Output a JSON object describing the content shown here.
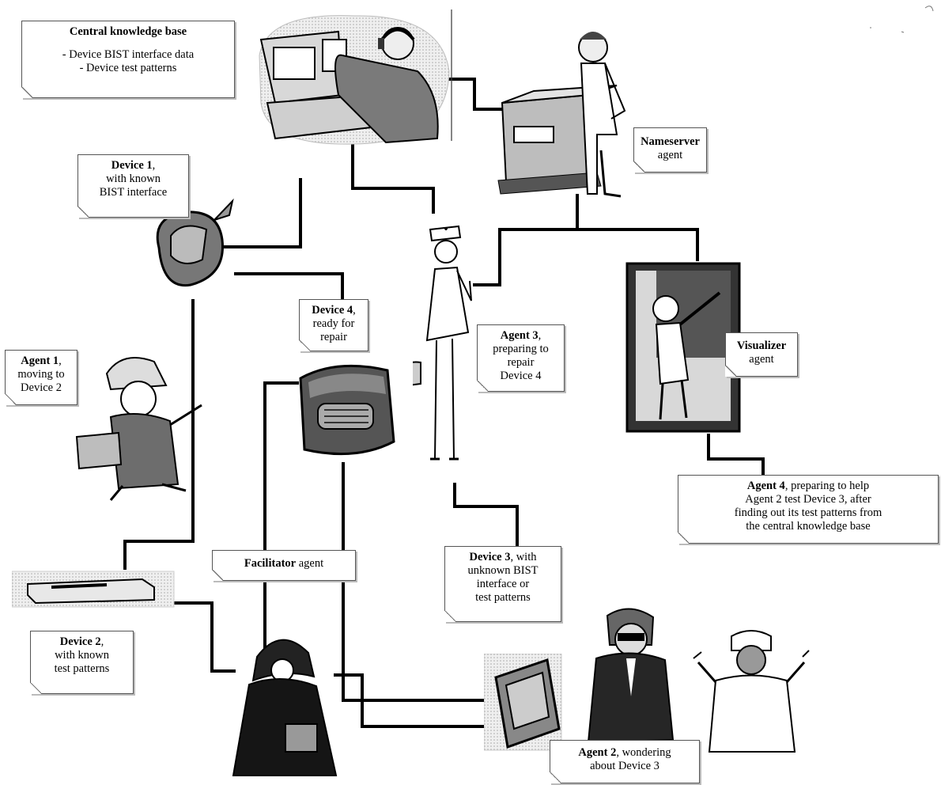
{
  "labels": {
    "central_kb": {
      "title": "Central knowledge base",
      "line1": "- Device BIST interface data",
      "line2": "- Device test patterns"
    },
    "nameserver": {
      "bold": "Nameserver",
      "rest": "agent"
    },
    "device1": {
      "bold": "Device 1",
      "rest": ",",
      "line2": "with known",
      "line3": "BIST interface"
    },
    "device4": {
      "bold": "Device 4",
      "rest": ",",
      "line2": "ready for",
      "line3": "repair"
    },
    "agent3": {
      "bold": "Agent 3",
      "rest": ",",
      "line2": "preparing to",
      "line3": "repair",
      "line4": "Device 4"
    },
    "visualizer": {
      "bold": "Visualizer",
      "rest": "agent"
    },
    "agent1": {
      "bold": "Agent 1",
      "rest": ",",
      "line2": "moving to",
      "line3": "Device 2"
    },
    "agent4": {
      "bold": "Agent 4",
      "rest": ",  preparing to help",
      "line2": "Agent 2 test Device 3, after",
      "line3": "finding out its test patterns from",
      "line4": "the central knowledge base"
    },
    "facilitator": {
      "bold": "Facilitator",
      "rest": " agent"
    },
    "device3": {
      "bold": "Device 3",
      "rest": ",  with",
      "line2": "unknown BIST",
      "line3": "interface or",
      "line4": "test patterns"
    },
    "device2": {
      "bold": "Device 2",
      "rest": ",",
      "line2": "with known",
      "line3": "test patterns"
    },
    "agent2": {
      "bold": "Agent 2",
      "rest": ",  wondering",
      "line2": "about Device 3"
    }
  },
  "colors": {
    "ink": "#000000",
    "paper": "#ffffff",
    "shade": "#9a9a9a"
  }
}
